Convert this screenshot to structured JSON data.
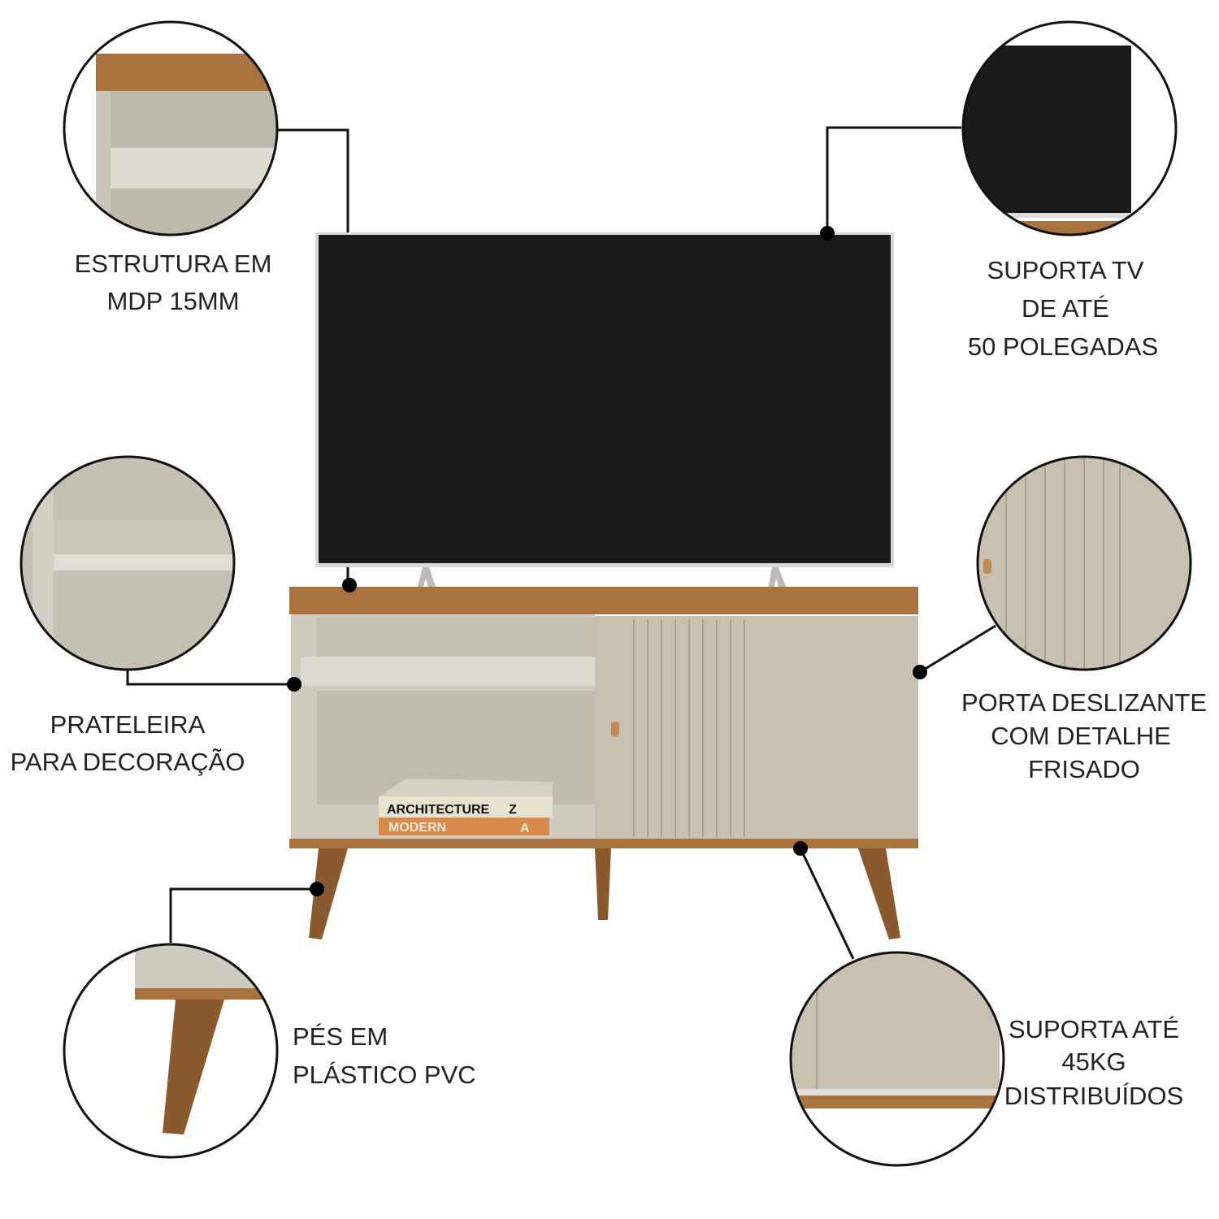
{
  "colors": {
    "wood": "#a8733f",
    "body": "#cfcbc0",
    "door": "#c8c1b2",
    "tv": "#1b1b1b",
    "frame": "#d8d8d8",
    "line": "#111111"
  },
  "books": {
    "top": "ARCHITECTURE",
    "top_letter": "Z",
    "bottom": "MODERN",
    "bottom_letter": "A"
  },
  "callouts": {
    "structure": [
      "ESTRUTURA EM",
      "MDP 15MM"
    ],
    "tv": [
      "SUPORTA TV",
      "DE ATÉ",
      "50 POLEGADAS"
    ],
    "shelf": [
      "PRATELEIRA",
      "PARA DECORAÇÃO"
    ],
    "door": [
      "PORTA DESLIZANTE",
      "COM DETALHE",
      "FRISADO"
    ],
    "feet": [
      "PÉS EM",
      "PLÁSTICO PVC"
    ],
    "load": [
      "SUPORTA ATÉ",
      "45KG",
      "DISTRIBUÍDOS"
    ]
  }
}
